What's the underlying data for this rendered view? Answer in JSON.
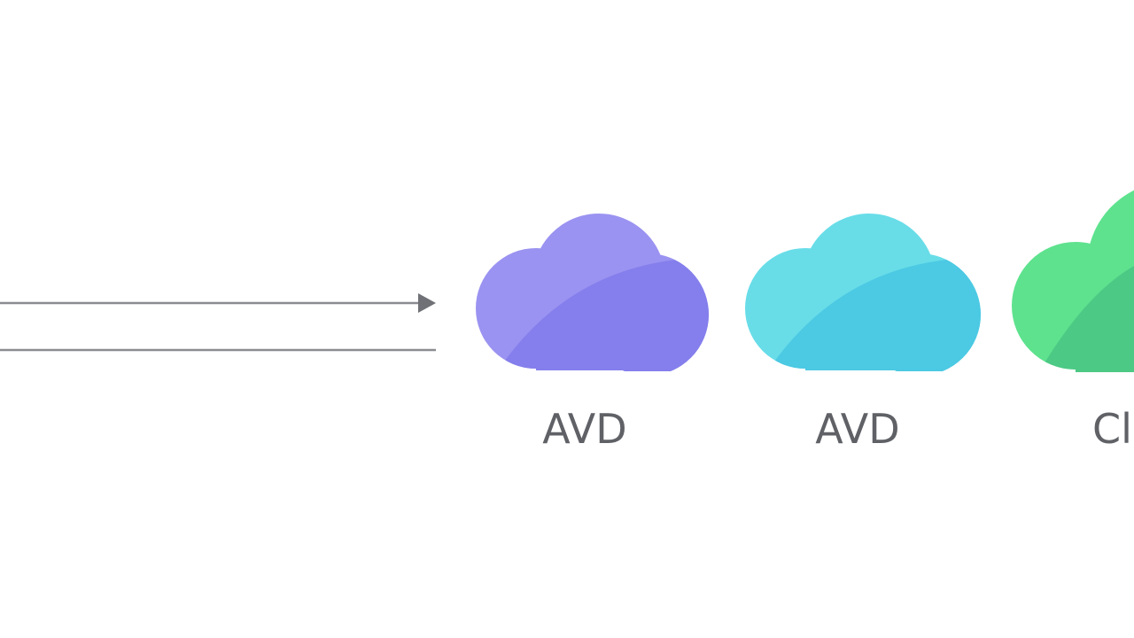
{
  "nodes": [
    {
      "label": "AVD",
      "color_top": "#9b93f1",
      "color_bottom": "#847fec",
      "icon": "cloud-icon"
    },
    {
      "label": "AVD",
      "color_top": "#68dde8",
      "color_bottom": "#4cc9e3",
      "icon": "cloud-icon"
    },
    {
      "label": "Cl",
      "color_top": "#5ee28e",
      "color_bottom": "#4cc985",
      "icon": "cloud-icon"
    }
  ],
  "connector_color": "#8a8c91"
}
